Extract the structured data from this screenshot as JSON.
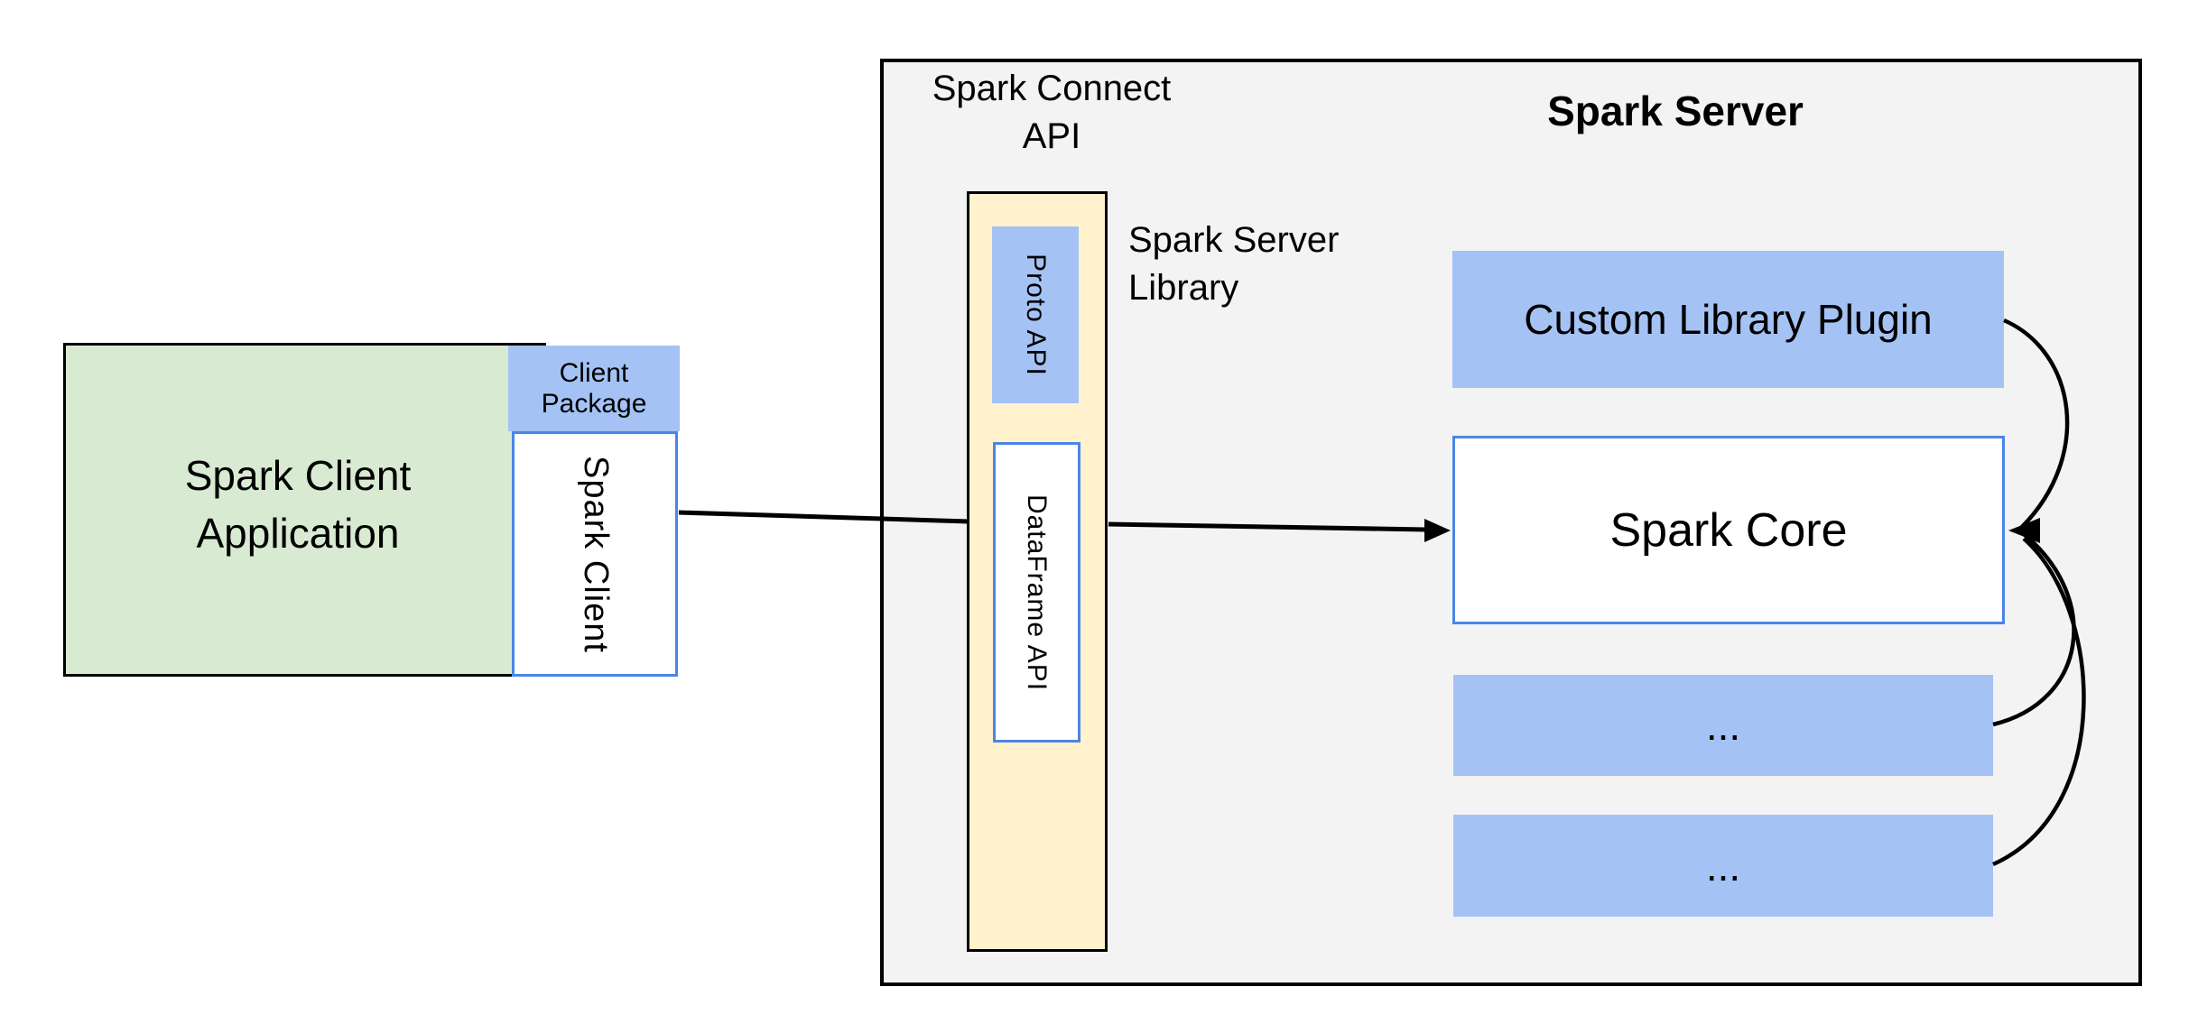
{
  "client_app": {
    "line1": "Spark Client",
    "line2": "Application"
  },
  "client_package": {
    "line1": "Client",
    "line2": "Package"
  },
  "spark_client_box": {
    "label": "Spark Client"
  },
  "connect_api": {
    "line1": "Spark Connect",
    "line2": "API"
  },
  "server": {
    "title": "Spark Server",
    "library_line1": "Spark Server",
    "library_line2": "Library"
  },
  "proto_api": {
    "label": "Proto API"
  },
  "dataframe_api": {
    "label": "DataFrame API"
  },
  "plugin": {
    "label": "Custom Library Plugin"
  },
  "spark_core": {
    "label": "Spark Core"
  },
  "module1": {
    "label": "..."
  },
  "module2": {
    "label": "..."
  },
  "colors": {
    "green_fill": "#d9ead3",
    "blue_fill": "#a4c2f4",
    "yellow_fill": "#fff2cc",
    "gray_fill": "#f3f3f3",
    "blue_border": "#4a86e8",
    "line_black": "#000000",
    "background": "#ffffff"
  }
}
